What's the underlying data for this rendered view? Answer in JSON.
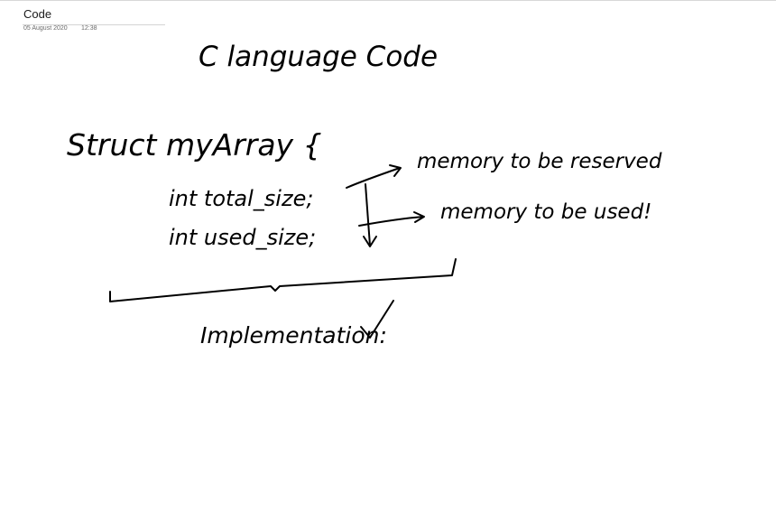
{
  "page": {
    "title": "Code",
    "date": "05 August 2020",
    "time": "12:38"
  },
  "handwriting": {
    "heading": "C language Code",
    "struct_line": "Struct myArray {",
    "field1": "int total_size;",
    "field2": "int used_size;",
    "note1": "memory to be reserved",
    "note2": "memory to be used!",
    "brace_label": "Implementation:",
    "checkmark_icon": "checkmark-icon"
  }
}
